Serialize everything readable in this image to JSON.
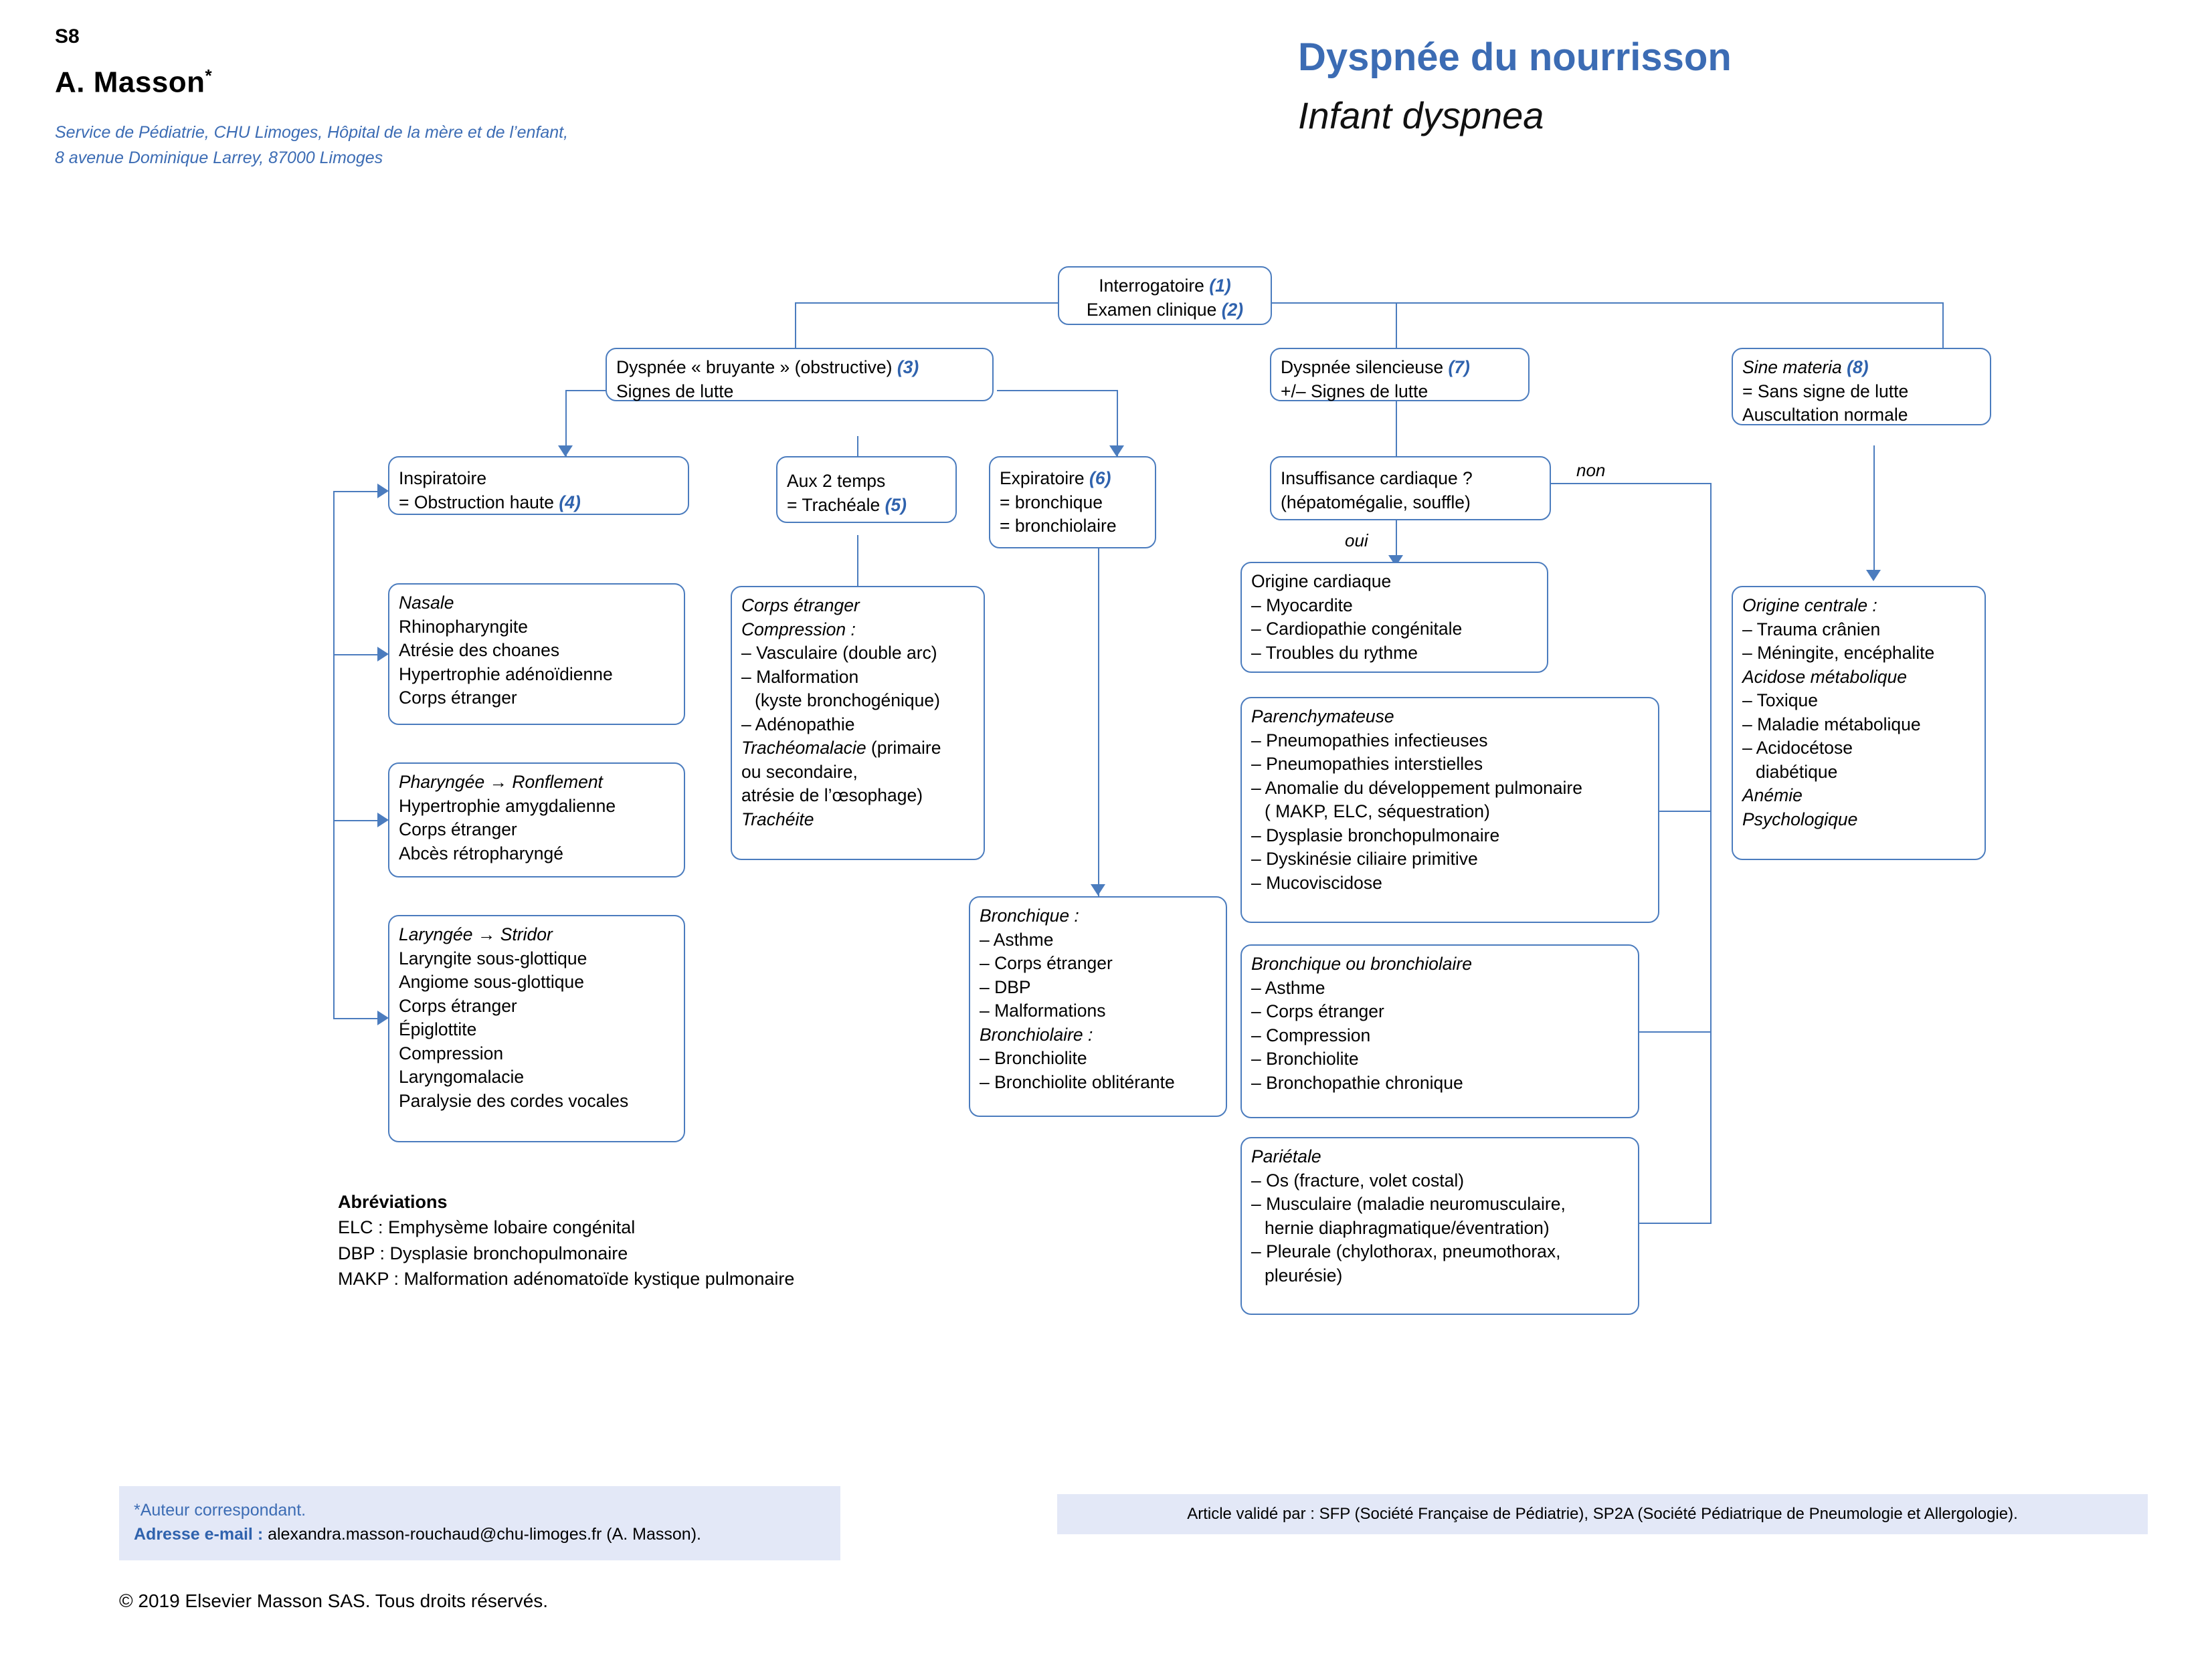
{
  "header": {
    "page_number": "S8",
    "author": "A. Masson",
    "author_mark": "*",
    "affiliation_line1": "Service de Pédiatrie, CHU Limoges, Hôpital de la mère et de l’enfant,",
    "affiliation_line2": "8 avenue Dominique Larrey, 87000 Limoges",
    "title_fr": "Dyspnée du nourrisson",
    "title_en": "Infant dyspnea",
    "accent_color": "#3c6cb4"
  },
  "flow": {
    "root": {
      "line1": "Interrogatoire",
      "num1": "(1)",
      "line2": "Examen clinique",
      "num2": "(2)"
    },
    "bruyante": {
      "line1": "Dyspnée « bruyante » (obstructive)",
      "num1": "(3)",
      "line2": "Signes de lutte"
    },
    "silencieuse": {
      "line1": "Dyspnée silencieuse",
      "num1": "(7)",
      "line2": "+/– Signes de lutte"
    },
    "sine_materia": {
      "line1": "Sine materia",
      "num1": "(8)",
      "line2": "= Sans signe de lutte",
      "line3": "Auscultation normale"
    },
    "inspiratoire": {
      "line1": "Inspiratoire",
      "line2": "= Obstruction haute",
      "num": "(4)"
    },
    "aux2temps": {
      "line1": "Aux 2 temps",
      "line2": "= Trachéale",
      "num": "(5)"
    },
    "expiratoire": {
      "line1": "Expiratoire",
      "num": "(6)",
      "line2": "= bronchique",
      "line3": "= bronchiolaire"
    },
    "insuffisance": {
      "line1": "Insuffisance cardiaque ?",
      "line2": "(hépatomégalie, souffle)"
    },
    "edge_oui": "oui",
    "edge_non": "non",
    "nasale": {
      "title": "Nasale",
      "items": [
        "Rhinopharyngite",
        "Atrésie des choanes",
        "Hypertrophie adénoïdienne",
        "Corps étranger"
      ]
    },
    "pharyngee": {
      "title": "Pharyngée → Ronflement",
      "items": [
        "Hypertrophie amygdalienne",
        "Corps étranger",
        "Abcès rétropharyngé"
      ]
    },
    "laryngee": {
      "title": "Laryngée → Stridor",
      "items": [
        "Laryngite sous-glottique",
        "Angiome sous-glottique",
        "Corps étranger",
        "Épiglottite",
        "Compression",
        "Laryngomalacie",
        "Paralysie des cordes vocales"
      ]
    },
    "corps_etranger": {
      "title1": "Corps étranger",
      "title2": "Compression :",
      "items": [
        "– Vasculaire (double arc)",
        "– Malformation",
        "(kyste bronchogénique)",
        "– Adénopathie"
      ],
      "tracheomalacie_it": "Trachéomalacie",
      "tracheomalacie_rest": " (primaire",
      "line_b": "ou secondaire,",
      "line_c": "atrésie  de l’œsophage)",
      "tracheite": "Trachéite"
    },
    "bronchique_box": {
      "title1": "Bronchique :",
      "items1": [
        "– Asthme",
        "– Corps étranger",
        "– DBP",
        "– Malformations"
      ],
      "title2": "Bronchiolaire :",
      "items2": [
        "– Bronchiolite",
        "– Bronchiolite oblitérante"
      ]
    },
    "origine_cardiaque": {
      "title": "Origine cardiaque",
      "items": [
        "– Myocardite",
        "– Cardiopathie congénitale",
        "– Troubles du rythme"
      ]
    },
    "parenchymateuse": {
      "title": "Parenchymateuse",
      "items": [
        "– Pneumopathies infectieuses",
        "– Pneumopathies interstielles",
        "– Anomalie du développement pulmonaire",
        "( MAKP, ELC, séquestration)",
        "– Dysplasie bronchopulmonaire",
        "– Dyskinésie ciliaire primitive",
        "– Mucoviscidose"
      ]
    },
    "bronchique_ou_bronchiolaire": {
      "title": "Bronchique ou bronchiolaire",
      "items": [
        "– Asthme",
        "– Corps étranger",
        "– Compression",
        "– Bronchiolite",
        "– Bronchopathie chronique"
      ]
    },
    "parietale": {
      "title": "Pariétale",
      "items": [
        "– Os (fracture, volet costal)",
        "– Musculaire (maladie neuromusculaire,",
        "hernie diaphragmatique/éventration)",
        "– Pleurale (chylothorax, pneumothorax,",
        "pleurésie)"
      ]
    },
    "origine_centrale": {
      "title": "Origine centrale :",
      "items": [
        "– Trauma crânien",
        "– Méningite, encéphalite"
      ],
      "sub1": "Acidose métabolique",
      "items2": [
        "– Toxique",
        "– Maladie métabolique",
        "– Acidocétose",
        "diabétique"
      ],
      "sub2": "Anémie",
      "sub3": "Psychologique"
    }
  },
  "abbreviations": {
    "title": "Abréviations",
    "lines": [
      "ELC : Emphysème lobaire congénital",
      "DBP : Dysplasie bronchopulmonaire",
      "MAKP : Malformation adénomatoïde kystique pulmonaire"
    ]
  },
  "footer": {
    "corresponding": "*Auteur correspondant.",
    "email_label": "Adresse e-mail :",
    "email_value": " alexandra.masson-rouchaud@chu-limoges.fr (A. Masson).",
    "validation": "Article validé par : SFP (Société Française de Pédiatrie), SP2A (Société Pédiatrique de Pneumologie et Allergologie).",
    "copyright": "© 2019 Elsevier Masson SAS. Tous droits réservés."
  }
}
